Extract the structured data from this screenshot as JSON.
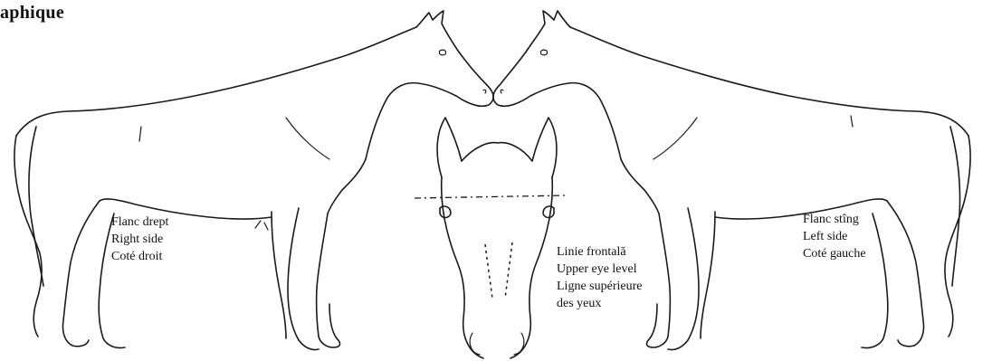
{
  "page": {
    "heading": "aphique"
  },
  "labels": {
    "right_side": [
      "Flanc drept",
      "Right side",
      "Coté droit"
    ],
    "left_side": [
      "Flanc stîng",
      "Left side",
      "Coté gauche"
    ],
    "eye_level": [
      "Linie frontală",
      "Upper eye level",
      "Ligne supérieure",
      "des yeux"
    ]
  }
}
